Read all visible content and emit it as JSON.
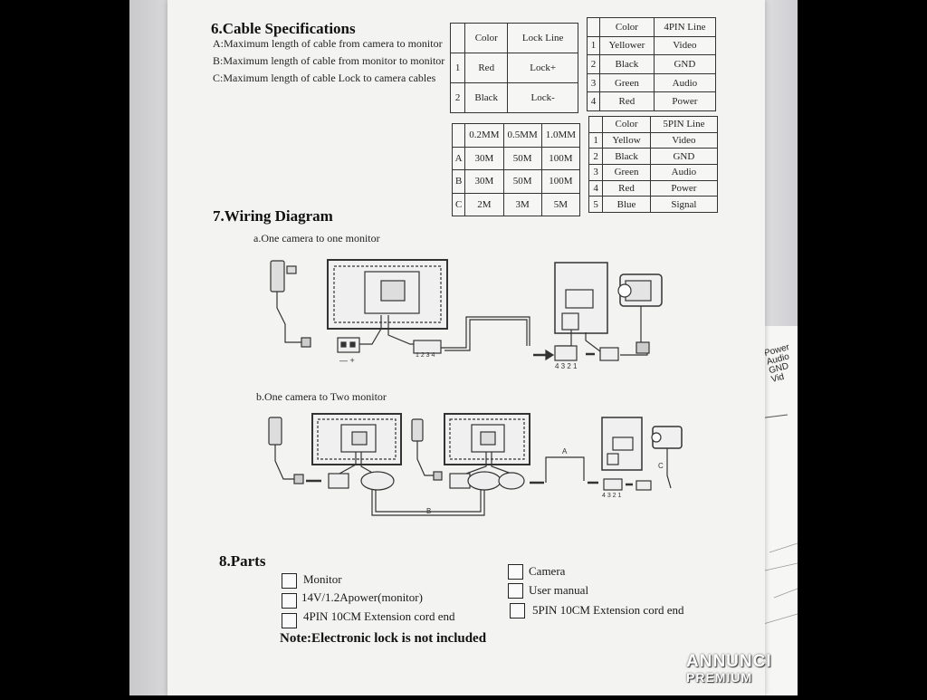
{
  "section6": {
    "title": "6.Cable Specifications",
    "a": "A:Maximum length of cable from camera to monitor",
    "b": "B:Maximum length of cable from monitor to monitor",
    "c": "C:Maximum length of cable Lock to camera cables"
  },
  "lock_table": {
    "header": [
      "",
      "Color",
      "Lock Line"
    ],
    "rows": [
      [
        "1",
        "Red",
        "Lock+"
      ],
      [
        "2",
        "Black",
        "Lock-"
      ]
    ]
  },
  "pin4_table": {
    "header": [
      "",
      "Color",
      "4PIN Line"
    ],
    "rows": [
      [
        "1",
        "Yellower",
        "Video"
      ],
      [
        "2",
        "Black",
        "GND"
      ],
      [
        "3",
        "Green",
        "Audio"
      ],
      [
        "4",
        "Red",
        "Power"
      ]
    ]
  },
  "length_table": {
    "header": [
      "",
      "0.2MM",
      "0.5MM",
      "1.0MM"
    ],
    "rows": [
      [
        "A",
        "30M",
        "50M",
        "100M"
      ],
      [
        "B",
        "30M",
        "50M",
        "100M"
      ],
      [
        "C",
        "2M",
        "3M",
        "5M"
      ]
    ]
  },
  "pin5_table": {
    "header": [
      "",
      "Color",
      "5PIN Line"
    ],
    "rows": [
      [
        "1",
        "Yellow",
        "Video"
      ],
      [
        "2",
        "Black",
        "GND"
      ],
      [
        "3",
        "Green",
        "Audio"
      ],
      [
        "4",
        "Red",
        "Power"
      ],
      [
        "5",
        "Blue",
        "Signal"
      ]
    ]
  },
  "section7": {
    "title": "7.Wiring Diagram",
    "sub_a": "a.One camera to one monitor",
    "sub_b": "b.One camera to Two monitor",
    "minus_plus": "— +",
    "pins4": "1 2 3 4",
    "pins_rev": "4 3 2 1",
    "label_a": "A",
    "label_b": "B",
    "label_c": "C"
  },
  "section8": {
    "title": "8.Parts",
    "items_left": [
      "Monitor",
      "14V/1.2Apower(monitor)",
      "4PIN 10CM Extension cord end"
    ],
    "items_right": [
      "Camera",
      "User manual",
      "5PIN 10CM Extension cord end"
    ],
    "note": "Note:Electronic lock is not included"
  },
  "edge_text": [
    "Power",
    "Audio",
    "GND",
    "Vid"
  ],
  "watermark": {
    "line1": "ANNUNCI",
    "line2": "PREMIUM"
  }
}
